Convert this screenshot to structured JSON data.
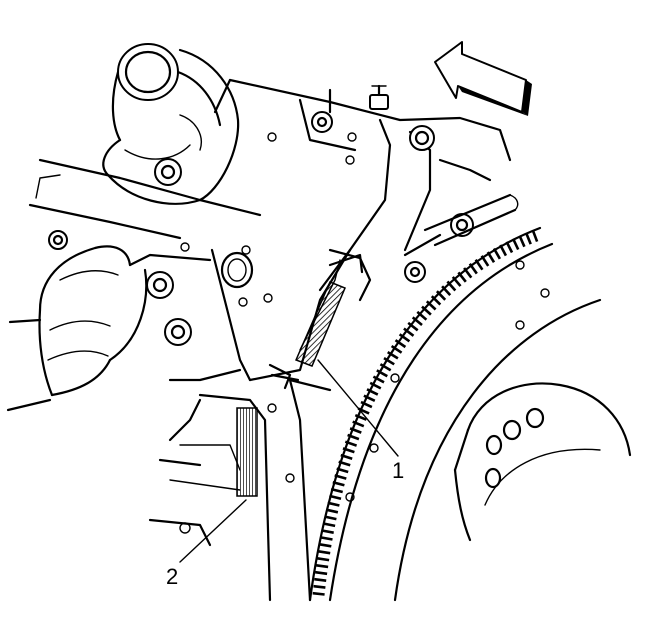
{
  "callouts": [
    {
      "id": "1",
      "text": "1"
    },
    {
      "id": "2",
      "text": "2"
    }
  ],
  "colors": {
    "ink": "#000000",
    "paper": "#ffffff"
  },
  "icons": {
    "arrow": "direction-arrow-icon"
  }
}
